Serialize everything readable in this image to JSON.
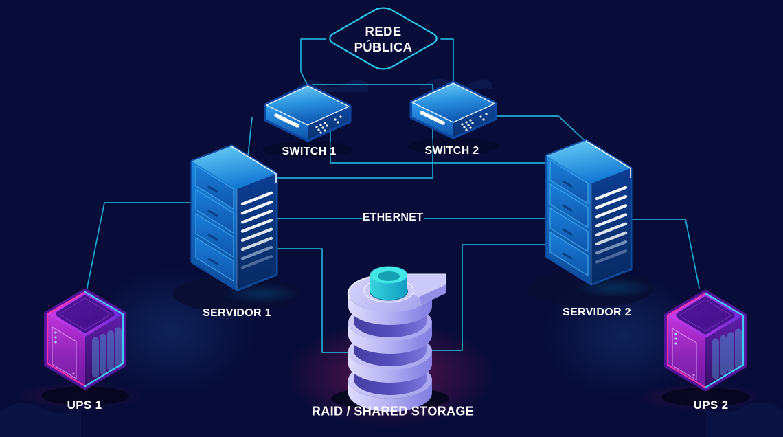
{
  "diagram": {
    "title": "Cluster network diagram",
    "background_color": "#070c38",
    "line_color": "#21badd",
    "diamond_stroke_color": "#2bc9ea",
    "accent_magenta": "#ff37ae",
    "accent_cyan": "#40dcff",
    "labels": {
      "rede_publica_line1": "REDE",
      "rede_publica_line2": "PÚBLICA",
      "switch1": "SWITCH 1",
      "switch2": "SWITCH 2",
      "servidor1": "SERVIDOR 1",
      "servidor2": "SERVIDOR 2",
      "ethernet": "ETHERNET",
      "storage": "RAID / SHARED STORAGE",
      "ups1": "UPS 1",
      "ups2": "UPS 2"
    },
    "links": [
      {
        "from": "rede_publica",
        "to": "switch1"
      },
      {
        "from": "rede_publica",
        "to": "switch2"
      },
      {
        "from": "switch1",
        "to": "servidor1"
      },
      {
        "from": "switch1",
        "to": "servidor2"
      },
      {
        "from": "switch2",
        "to": "servidor1"
      },
      {
        "from": "switch2",
        "to": "servidor2"
      },
      {
        "from": "servidor1",
        "to": "servidor2",
        "label": "ETHERNET"
      },
      {
        "from": "servidor1",
        "to": "ups1"
      },
      {
        "from": "servidor2",
        "to": "ups2"
      },
      {
        "from": "servidor1",
        "to": "storage"
      },
      {
        "from": "servidor2",
        "to": "storage"
      }
    ]
  }
}
